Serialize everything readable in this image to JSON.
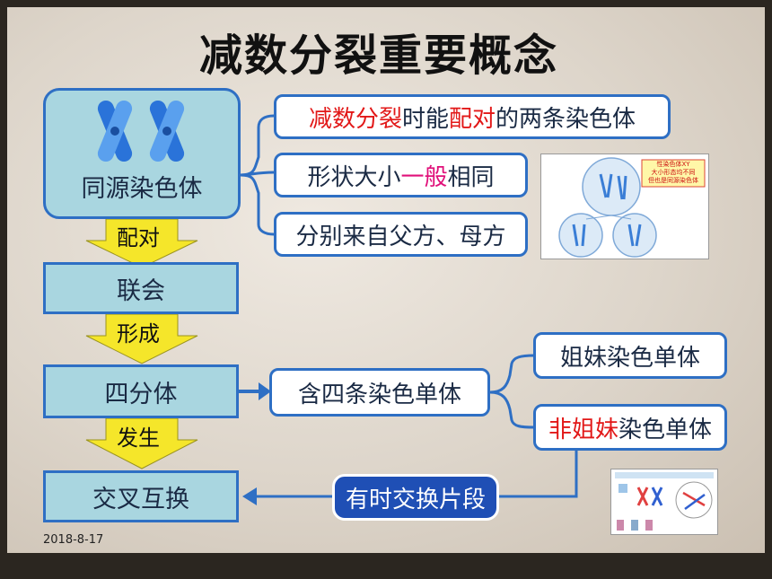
{
  "title": "减数分裂重要概念",
  "date": "2018-8-17",
  "chain": {
    "homologous": "同源染色体",
    "synapsis": "联会",
    "tetrad": "四分体",
    "crossover": "交叉互换"
  },
  "arrow_labels": {
    "pairing": "配对",
    "forms": "形成",
    "occurs": "发生"
  },
  "homologous_props": {
    "p1": {
      "a": "减数分裂",
      "b": "时能",
      "c": "配对",
      "d": "的两条染色体"
    },
    "p2": {
      "a": "形状大小",
      "b": "一般",
      "c": "相同"
    },
    "p3": "分别来自父方、母方"
  },
  "tetrad_branch": {
    "contains": "含四条染色单体",
    "sister": "姐妹染色单体",
    "nonsister_a": "非姐妹",
    "nonsister_b": "染色单体",
    "sometimes": "有时交换片段"
  },
  "thumbnail1": {
    "note_line1": "性染色体XY",
    "note_line2": "大小形态均不同",
    "note_line3": "但也是同源染色体"
  },
  "colors": {
    "box_fill": "#a9d6e0",
    "box_border": "#2e6fc4",
    "highlight_red": "#e21818",
    "highlight_pink": "#e0107a",
    "dark_box": "#1f4fb5",
    "arrow_yellow": "#f5e62a"
  }
}
